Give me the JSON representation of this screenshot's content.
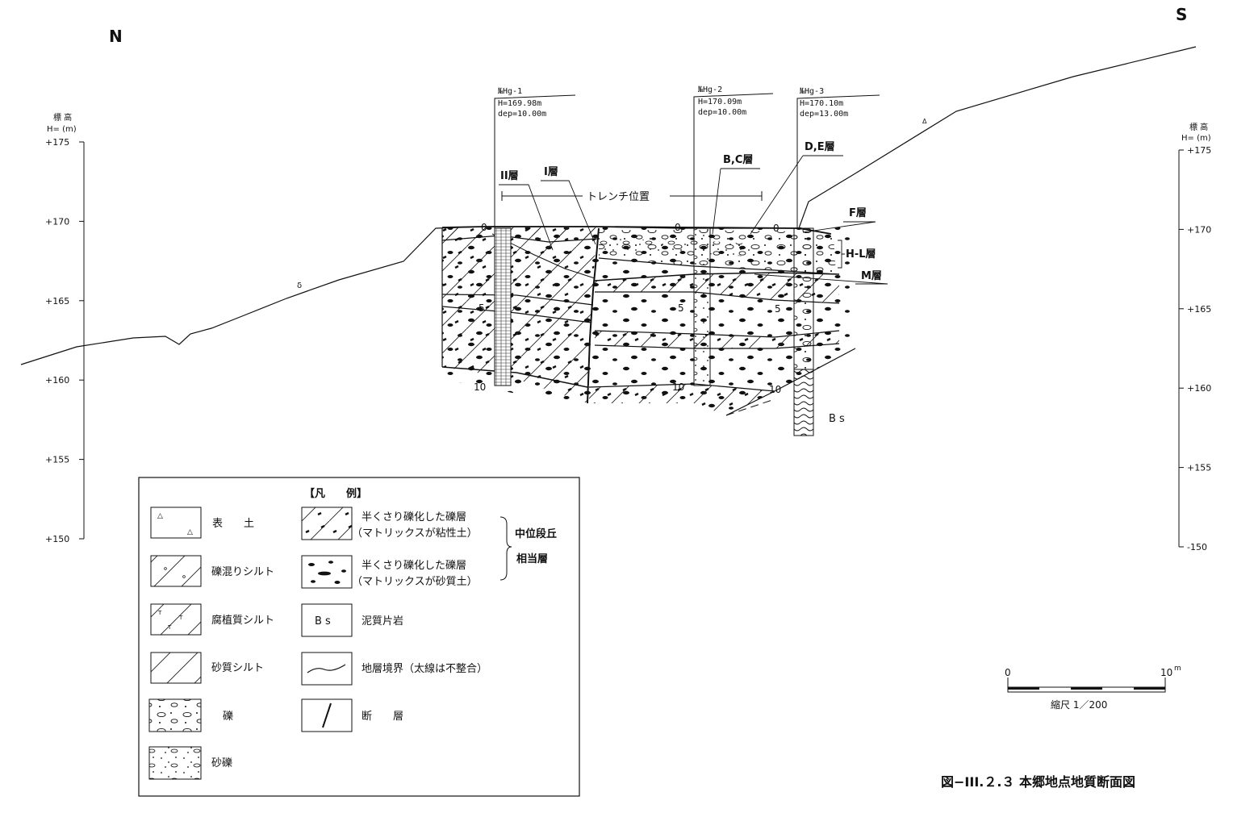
{
  "orientation": {
    "north": "N",
    "south": "S"
  },
  "elevation_axis_left": {
    "title": "標 高",
    "unit": "H= (m)",
    "ticks": [
      "+175",
      "+170",
      "+165",
      "+160",
      "+155",
      "+150"
    ]
  },
  "elevation_axis_right": {
    "title": "標 高",
    "unit": "H= (m)",
    "ticks": [
      "+175",
      "+170",
      "+165",
      "+160",
      "+155",
      "-150"
    ]
  },
  "boreholes": [
    {
      "id": "№Hg-1",
      "height": "H=169.98m",
      "depth": "dep=10.00m",
      "depth_marks": [
        "0",
        "5",
        "10"
      ]
    },
    {
      "id": "№Hg-2",
      "height": "H=170.09m",
      "depth": "dep=10.00m",
      "depth_marks": [
        "0",
        "5",
        "10"
      ]
    },
    {
      "id": "№Hg-3",
      "height": "H=170.10m",
      "depth": "dep=13.00m",
      "depth_marks": [
        "0",
        "5",
        "10"
      ]
    }
  ],
  "layer_labels": {
    "layer2": "II層",
    "layer1": "I層",
    "bc": "B,C層",
    "de": "D,E層",
    "f": "F層",
    "hl": "H-L層",
    "m": "M層",
    "bs": "B s"
  },
  "trench_label": "トレンチ位置",
  "legend": {
    "title": "【凡　　例】",
    "items": [
      {
        "key": "topsoil",
        "label": "表　　土"
      },
      {
        "key": "gravelly_silt",
        "label": "礫混りシルト"
      },
      {
        "key": "humic_silt",
        "label": "腐植質シルト"
      },
      {
        "key": "sandy_silt",
        "label": "砂質シルト"
      },
      {
        "key": "gravel",
        "label": "礫"
      },
      {
        "key": "sandy_gravel",
        "label": "砂礫"
      },
      {
        "key": "weathered_gravel_clay",
        "label": "半くさり礫化した礫層",
        "sub": "（マトリックスが粘性土）"
      },
      {
        "key": "weathered_gravel_sand",
        "label": "半くさり礫化した礫層",
        "sub": "（マトリックスが砂質土）"
      },
      {
        "key": "pelitic_schist",
        "symbol": "B s",
        "label": "泥質片岩"
      },
      {
        "key": "boundary",
        "label": "地層境界（太線は不整合）"
      },
      {
        "key": "fault",
        "label": "断　　層"
      }
    ],
    "group_label_1": "中位段丘",
    "group_label_2": "相当層"
  },
  "scale": {
    "start": "0",
    "end": "10",
    "unit": "m",
    "label": "縮尺 1／200"
  },
  "figure_title": "図−III.２.３ 本郷地点地質断面図"
}
